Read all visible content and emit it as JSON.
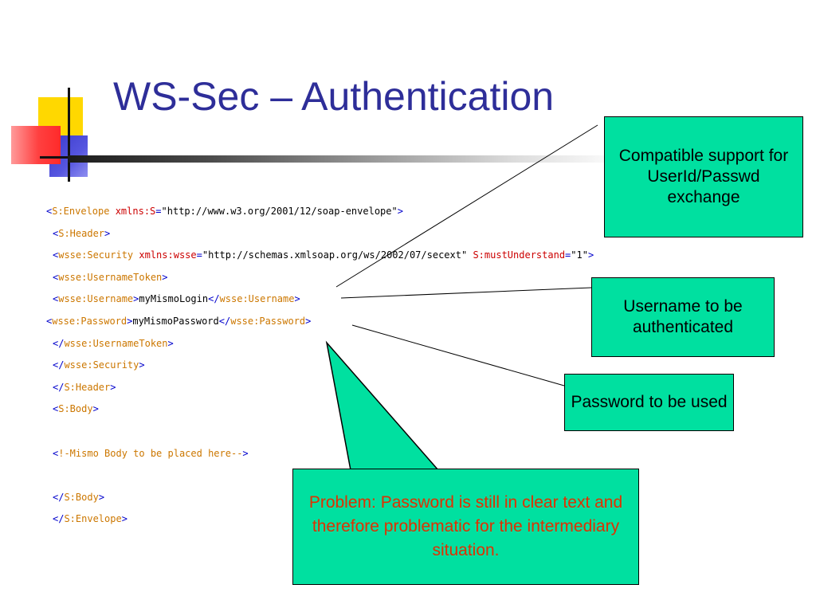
{
  "slide": {
    "title": "WS-Sec – Authentication"
  },
  "code_lines": [
    {
      "indent": 0,
      "segments": [
        {
          "t": "<",
          "k": "del"
        },
        {
          "t": "S:Envelope",
          "k": "tag"
        },
        {
          "t": " xmlns:S",
          "k": "attr"
        },
        {
          "t": "=",
          "k": "del"
        },
        {
          "t": "\"http://www.w3.org/2001/12/soap-envelope\"",
          "k": "str"
        },
        {
          "t": ">",
          "k": "del"
        }
      ]
    },
    {
      "indent": 1,
      "segments": [
        {
          "t": "<",
          "k": "del"
        },
        {
          "t": "S:Header",
          "k": "tag"
        },
        {
          "t": ">",
          "k": "del"
        }
      ]
    },
    {
      "indent": 1,
      "segments": [
        {
          "t": "<",
          "k": "del"
        },
        {
          "t": "wsse:Security",
          "k": "tag"
        },
        {
          "t": " xmlns:wsse",
          "k": "attr"
        },
        {
          "t": "=",
          "k": "del"
        },
        {
          "t": "\"http://schemas.xmlsoap.org/ws/2002/07/secext\"",
          "k": "str"
        },
        {
          "t": " S:mustUnderstand",
          "k": "attr"
        },
        {
          "t": "=",
          "k": "del"
        },
        {
          "t": "\"1\"",
          "k": "str"
        },
        {
          "t": ">",
          "k": "del"
        }
      ]
    },
    {
      "indent": 1,
      "segments": [
        {
          "t": "<",
          "k": "del"
        },
        {
          "t": "wsse:UsernameToken",
          "k": "tag"
        },
        {
          "t": ">",
          "k": "del"
        }
      ]
    },
    {
      "indent": 1,
      "segments": [
        {
          "t": "<",
          "k": "del"
        },
        {
          "t": "wsse:Username",
          "k": "tag"
        },
        {
          "t": ">",
          "k": "del"
        },
        {
          "t": "myMismoLogin",
          "k": "text"
        },
        {
          "t": "</",
          "k": "del"
        },
        {
          "t": "wsse:Username",
          "k": "tag"
        },
        {
          "t": ">",
          "k": "del"
        }
      ]
    },
    {
      "indent": 0,
      "segments": [
        {
          "t": "<",
          "k": "del"
        },
        {
          "t": "wsse:Password",
          "k": "tag"
        },
        {
          "t": ">",
          "k": "del"
        },
        {
          "t": "myMismoPassword",
          "k": "text"
        },
        {
          "t": "</",
          "k": "del"
        },
        {
          "t": "wsse:Password",
          "k": "tag"
        },
        {
          "t": ">",
          "k": "del"
        }
      ]
    },
    {
      "indent": 1,
      "segments": [
        {
          "t": "</",
          "k": "del"
        },
        {
          "t": "wsse:UsernameToken",
          "k": "tag"
        },
        {
          "t": ">",
          "k": "del"
        }
      ]
    },
    {
      "indent": 1,
      "segments": [
        {
          "t": "</",
          "k": "del"
        },
        {
          "t": "wsse:Security",
          "k": "tag"
        },
        {
          "t": ">",
          "k": "del"
        }
      ]
    },
    {
      "indent": 1,
      "segments": [
        {
          "t": "</",
          "k": "del"
        },
        {
          "t": "S:Header",
          "k": "tag"
        },
        {
          "t": ">",
          "k": "del"
        }
      ]
    },
    {
      "indent": 1,
      "segments": [
        {
          "t": "<",
          "k": "del"
        },
        {
          "t": "S:Body",
          "k": "tag"
        },
        {
          "t": ">",
          "k": "del"
        }
      ]
    },
    {
      "indent": 1,
      "segments": []
    },
    {
      "indent": 1,
      "segments": [
        {
          "t": "<",
          "k": "del"
        },
        {
          "t": "!-Mismo Body to be placed here--",
          "k": "comment"
        },
        {
          "t": ">",
          "k": "del"
        }
      ]
    },
    {
      "indent": 1,
      "segments": []
    },
    {
      "indent": 1,
      "segments": [
        {
          "t": "</",
          "k": "del"
        },
        {
          "t": "S:Body",
          "k": "tag"
        },
        {
          "t": ">",
          "k": "del"
        }
      ]
    },
    {
      "indent": 1,
      "segments": [
        {
          "t": "</",
          "k": "del"
        },
        {
          "t": "S:Envelope",
          "k": "tag"
        },
        {
          "t": ">",
          "k": "del"
        }
      ]
    }
  ],
  "callouts": {
    "compatible": "Compatible support for UserId/Passwd exchange",
    "username": "Username to be authenticated",
    "password": "Password to be used",
    "problem": "Problem: Password is still in clear text and therefore problematic for the intermediary situation."
  },
  "colors": {
    "title": "#2e2e99",
    "callout_fill": "#00e0a0",
    "problem_text": "#e03000",
    "xml_delimiter": "#0000cc",
    "xml_tag": "#cc7700",
    "xml_attribute": "#cc0000"
  }
}
